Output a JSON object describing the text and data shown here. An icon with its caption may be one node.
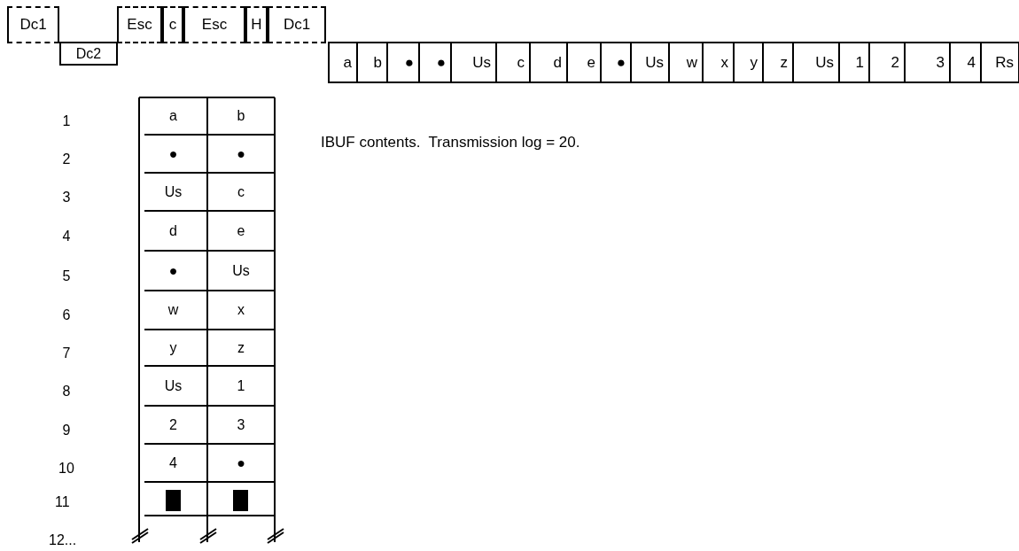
{
  "diagram": {
    "caption": "IBUF contents.  Transmission log = 20.",
    "labels": [
      "Dc1",
      "Esc",
      "c",
      "Esc",
      "H",
      "Dc1",
      "Dc2",
      "a",
      "b",
      "●",
      "●",
      "Us",
      "c",
      "d",
      "e",
      "●",
      "Us",
      "w",
      "x",
      "y",
      "z",
      "Us",
      "1",
      "2",
      "3",
      "4",
      "Rs",
      "1",
      "a",
      "b",
      "2",
      "●",
      "●",
      "3",
      "Us",
      "c",
      "4",
      "d",
      "e",
      "5",
      "●",
      "Us",
      "6",
      "w",
      "x",
      "7",
      "y",
      "z",
      "8",
      "Us",
      "1",
      "9",
      "2",
      "3",
      "10",
      "4",
      "●",
      "11",
      "12..."
    ]
  }
}
